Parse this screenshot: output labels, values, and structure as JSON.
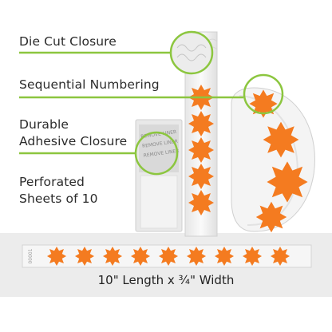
{
  "features": {
    "die_cut_closure": "Die Cut Closure",
    "sequential_numbering": "Sequential Numbering",
    "adhesive_line1": "Durable",
    "adhesive_line2": "Adhesive Closure",
    "perforated_line1": "Perforated",
    "perforated_line2": "Sheets of 10"
  },
  "liner_text": [
    "REMOVE LINER",
    "REMOVE LINER",
    "REMOVE LINER"
  ],
  "strip_number": "00001",
  "dimension_caption": "10\" Length x ¾\" Width",
  "colors": {
    "accent_green": "#8cc63f",
    "burst_orange": "#f47b20",
    "band_white": "#f4f4f4",
    "panel_gray": "#ececec",
    "text_dark": "#2b2b2b"
  },
  "icons": [
    "starburst-icon"
  ]
}
